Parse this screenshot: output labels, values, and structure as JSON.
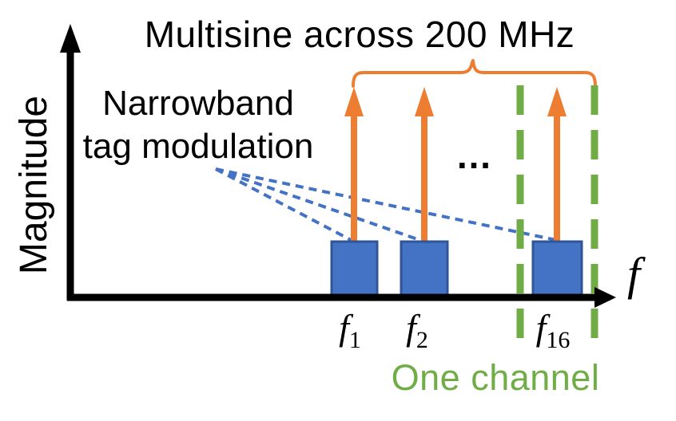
{
  "labels": {
    "title": "Multisine across 200 MHz",
    "y_axis": "Magnitude",
    "x_axis": "f",
    "annotation_line1": "Narrowband",
    "annotation_line2": "tag modulation",
    "ellipsis": "…",
    "channel": "One channel"
  },
  "frequency_ticks": [
    {
      "base": "f",
      "sub": "1"
    },
    {
      "base": "f",
      "sub": "2"
    },
    {
      "base": "f",
      "sub": "16"
    }
  ],
  "colors": {
    "orange": "#ED7D31",
    "green": "#70AD47",
    "blue_fill": "#4472C4",
    "blue_border": "#2F5597",
    "blue_dash": "#4472C4",
    "axis_black": "#000000"
  },
  "spectrum": {
    "multisine_span_label": "Multisine across 200 MHz",
    "tones_shown": [
      "f1",
      "f2",
      "f16"
    ],
    "tones_elided_marker": "…",
    "channel_region": "between the two green dashed lines, labeled One channel",
    "tag_modulation": "narrowband blue blocks at the base of each tone"
  }
}
